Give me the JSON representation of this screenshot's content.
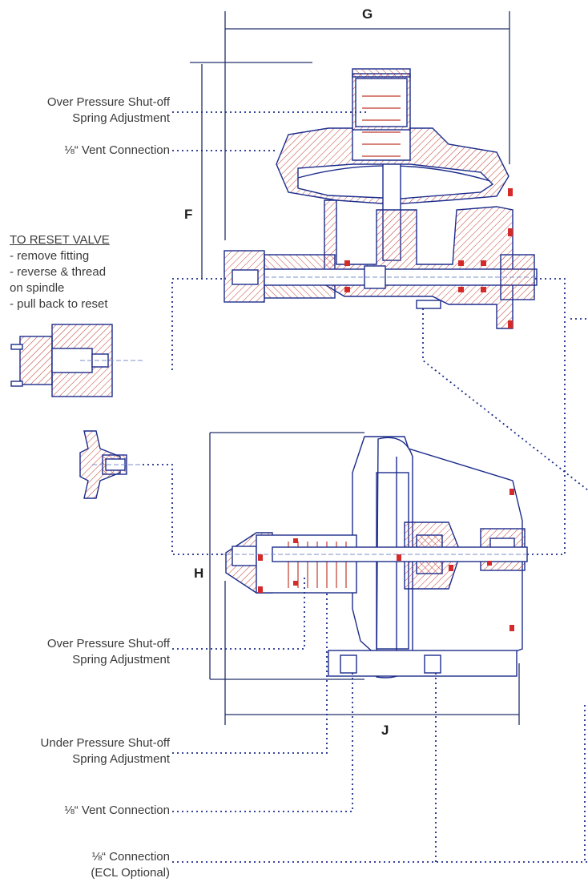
{
  "dimensions": {
    "g": "G",
    "f": "F",
    "h": "H",
    "j": "J"
  },
  "top_valve": {
    "op_spring_line1": "Over Pressure Shut-off",
    "op_spring_line2": "Spring Adjustment",
    "vent": "⅛“ Vent Connection"
  },
  "reset_note": {
    "title": "TO RESET VALVE",
    "lines": [
      "- remove fitting",
      "- reverse & thread",
      "on spindle",
      "- pull back to reset"
    ]
  },
  "bottom_valve": {
    "op_spring_line1": "Over Pressure Shut-off",
    "op_spring_line2": "Spring Adjustment",
    "up_spring_line1": "Under Pressure Shut-off",
    "up_spring_line2": "Spring Adjustment",
    "vent": "⅛“ Vent Connection",
    "ecl_line1": "⅛“ Connection",
    "ecl_line2": "(ECL Optional)"
  },
  "colors": {
    "line": "#1c2c8c",
    "hatch": "#c0392b",
    "leader": "#1c2c8c",
    "dim": "#23306a"
  }
}
